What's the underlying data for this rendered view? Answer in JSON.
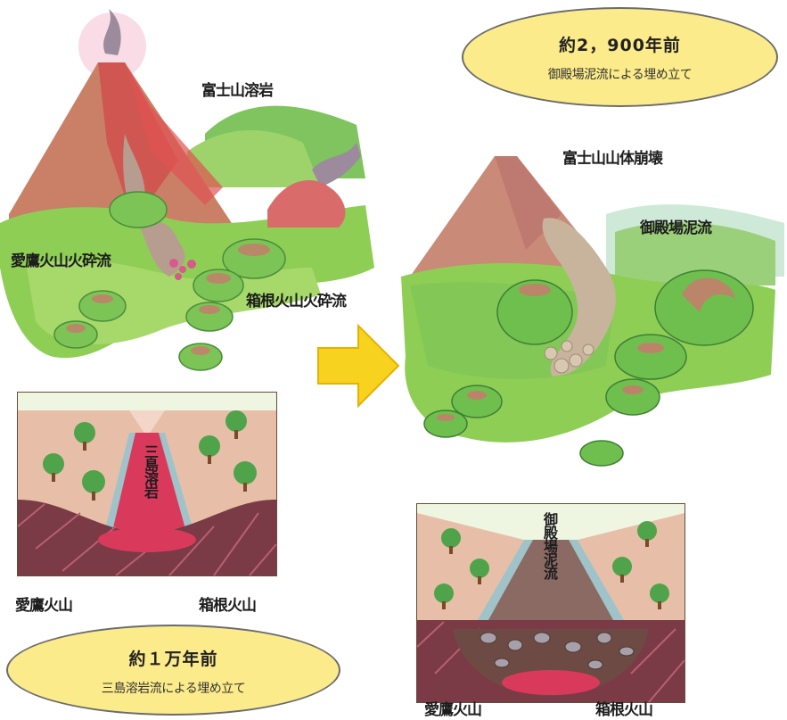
{
  "left_scene": {
    "label_lava": "富士山溶岩",
    "label_ashitaka_flow": "愛鷹火山火砕流",
    "label_hakone_flow": "箱根火山火砕流"
  },
  "left_section": {
    "label_mishima_lava": "三島溶岩",
    "label_ashitaka": "愛鷹火山",
    "label_hakone": "箱根火山"
  },
  "left_bubble": {
    "title": "約１万年前",
    "subtitle": "三島溶岩流による埋め立て"
  },
  "right_bubble": {
    "title": "約2，900年前",
    "subtitle": "御殿場泥流による埋め立て"
  },
  "right_scene": {
    "label_collapse": "富士山山体崩壊",
    "label_gotemba_flow": "御殿場泥流"
  },
  "right_section": {
    "label_gotemba_flow": "御殿場泥流",
    "label_ashitaka": "愛鷹火山",
    "label_hakone": "箱根火山"
  },
  "colors": {
    "bubble_fill": "#fbeb8a",
    "arrow_fill": "#f7d21e",
    "lava_red": "#d9324f",
    "mudflow": "#b9a48c",
    "grass": "#8fce55"
  }
}
